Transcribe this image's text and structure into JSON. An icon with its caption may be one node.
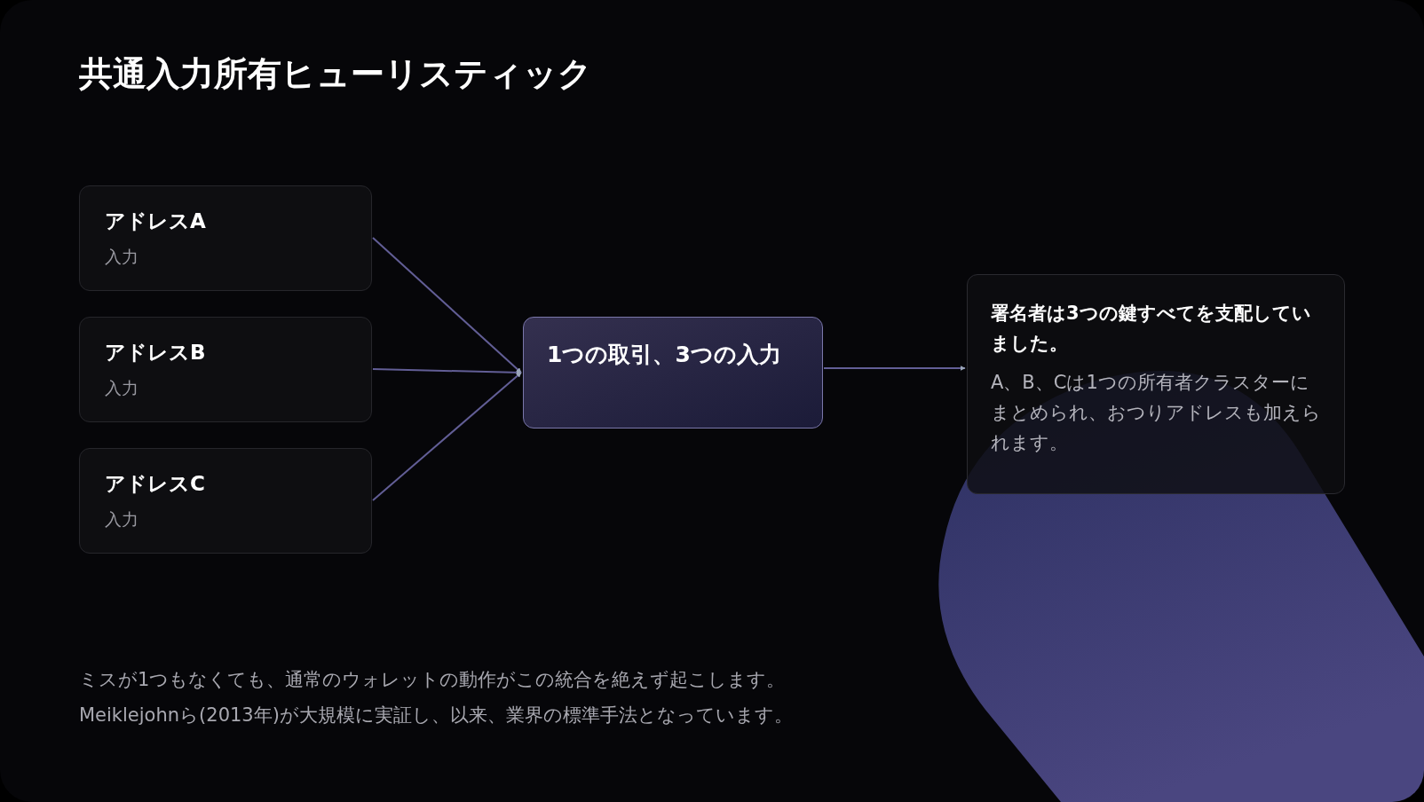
{
  "diagram": {
    "title": "共通入力所有ヒューリスティック",
    "nodes": [
      {
        "text": [
          "アドレスA",
          "入力"
        ]
      },
      {
        "text": [
          "アドレスB",
          "入力"
        ]
      },
      {
        "text": [
          "アドレスC",
          "入力"
        ]
      },
      {
        "text": [
          "1つの取引、3つの入力"
        ]
      },
      {
        "text": [
          "署名者は3つの鍵すべてを支配していました。",
          "A、B、Cは1つの所有者クラスターにまとめられ、おつりアドレスも加えられます。"
        ]
      }
    ],
    "edges": [
      {
        "from": 0,
        "to": 3,
        "arrow": "to"
      },
      {
        "from": 1,
        "to": 3,
        "arrow": "to"
      },
      {
        "from": 2,
        "to": 3,
        "arrow": "to"
      },
      {
        "from": 3,
        "to": 4,
        "arrow": "to"
      }
    ],
    "labels": [
      "ミスが1つもなくても、通常のウォレットの動作がこの統合を絶えず起こします。",
      "Meiklejohnら(2013年)が大規模に実証し、以来、業界の標準手法となっています。"
    ]
  }
}
